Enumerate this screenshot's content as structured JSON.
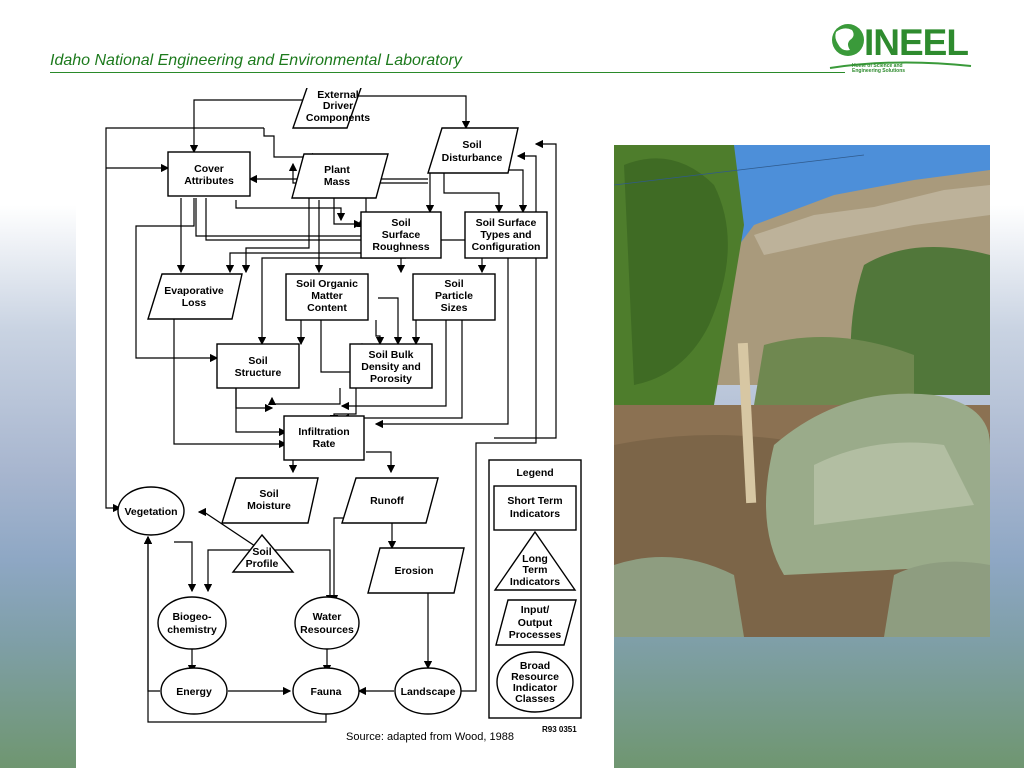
{
  "header": {
    "title": "Idaho National Engineering and Environmental Laboratory",
    "logo_text": "INEEL",
    "logo_subtext": "Home of Science and Engineering Solutions"
  },
  "diagram": {
    "nodes": {
      "external_driver": [
        "External",
        "Driver",
        "Components"
      ],
      "soil_disturbance": [
        "Soil",
        "Disturbance"
      ],
      "cover_attributes": [
        "Cover",
        "Attributes"
      ],
      "plant_mass": [
        "Plant",
        "Mass"
      ],
      "soil_surface_roughness": [
        "Soil",
        "Surface",
        "Roughness"
      ],
      "soil_surface_types": [
        "Soil Surface",
        "Types and",
        "Configuration"
      ],
      "evaporative_loss": [
        "Evaporative",
        "Loss"
      ],
      "soil_organic_matter": [
        "Soil Organic",
        "Matter",
        "Content"
      ],
      "soil_particle_sizes": [
        "Soil",
        "Particle",
        "Sizes"
      ],
      "soil_structure": [
        "Soil",
        "Structure"
      ],
      "soil_bulk_density": [
        "Soil Bulk",
        "Density and",
        "Porosity"
      ],
      "infiltration_rate": [
        "Infiltration",
        "Rate"
      ],
      "soil_moisture": [
        "Soil",
        "Moisture"
      ],
      "runoff": [
        "Runoff"
      ],
      "vegetation": [
        "Vegetation"
      ],
      "soil_profile": [
        "Soil",
        "Profile"
      ],
      "erosion": [
        "Erosion"
      ],
      "biogeochemistry": [
        "Biogeo-",
        "chemistry"
      ],
      "water_resources": [
        "Water",
        "Resources"
      ],
      "energy": [
        "Energy"
      ],
      "fauna": [
        "Fauna"
      ],
      "landscape": [
        "Landscape"
      ]
    },
    "legend": {
      "title": "Legend",
      "short_term": [
        "Short Term",
        "Indicators"
      ],
      "long_term": [
        "Long",
        "Term",
        "Indicators"
      ],
      "input_output": [
        "Input/",
        "Output",
        "Processes"
      ],
      "broad_resource": [
        "Broad",
        "Resource",
        "Indicator",
        "Classes"
      ]
    },
    "source": "Source:  adapted from Wood, 1988",
    "figure_code": "R93 0351"
  },
  "photo": {
    "colors": {
      "sky": "#4f8fd8",
      "hill": "#a89878",
      "tree": "#4e7a30",
      "sage": "#9aaa88",
      "ground": "#8a6f50"
    }
  }
}
